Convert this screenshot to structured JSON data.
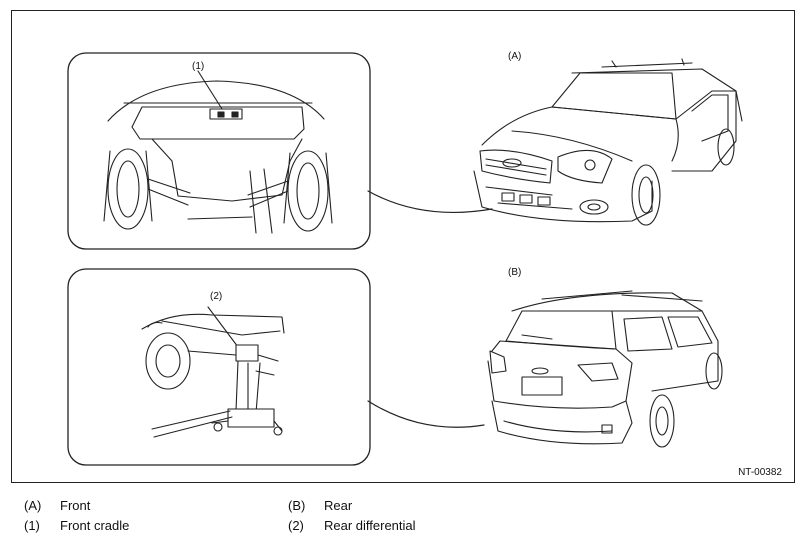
{
  "figure": {
    "callouts": {
      "front_cradle_num": "(1)",
      "rear_diff_num": "(2)",
      "front_view": "(A)",
      "rear_view": "(B)"
    },
    "figure_code": "NT-00382"
  },
  "legend": [
    {
      "key": "(A)",
      "value": "Front"
    },
    {
      "key": "(B)",
      "value": "Rear"
    },
    {
      "key": "(1)",
      "value": "Front cradle"
    },
    {
      "key": "(2)",
      "value": "Rear differential"
    }
  ]
}
